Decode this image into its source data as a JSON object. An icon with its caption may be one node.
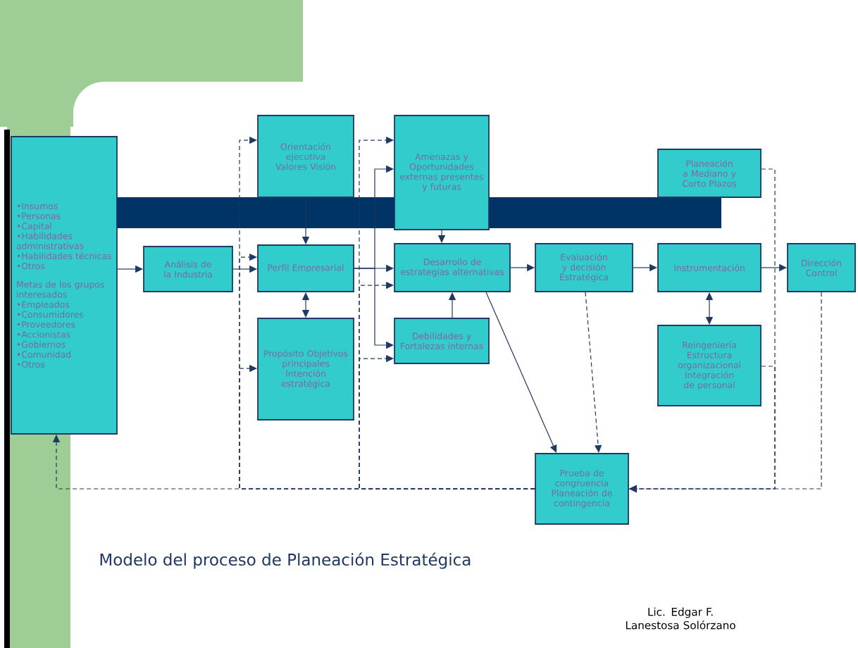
{
  "diagram": {
    "nodes": [
      {
        "text": [
          "•Insumos",
          "•Personas",
          "•Capital",
          "•Habilidades administrativas",
          "•Habilidades técnicas",
          "•Otros",
          "Metas de los grupos interesados",
          "•Empleados",
          "•Consumidores",
          "•Proveedores",
          "•Accionistas",
          "•Gobiernos",
          "•Comunidad",
          "•Otros"
        ]
      },
      {
        "text": [
          "Análisis de la Industria"
        ]
      },
      {
        "text": [
          "Orientación ejecutiva Valores Visión"
        ]
      },
      {
        "text": [
          "Perfil Empresarial"
        ]
      },
      {
        "text": [
          "Propósito Objetivos principales Intención estratégica"
        ]
      },
      {
        "text": [
          "Amenazas y Oportunidades externas presentes y futuras"
        ]
      },
      {
        "text": [
          "Desarrollo de estrategias alternativas"
        ]
      },
      {
        "text": [
          "Debilidades y Fortalezas internas"
        ]
      },
      {
        "text": [
          "Evaluación y decisión Estratégica"
        ]
      },
      {
        "text": [
          "Planeación a Mediano y Corto Plazos"
        ]
      },
      {
        "text": [
          "Instrumentación"
        ]
      },
      {
        "text": [
          "Reingeniería Estructura organizacional Integración de personal"
        ]
      },
      {
        "text": [
          "Dirección Control"
        ]
      },
      {
        "text": [
          "Prueba de congruencia Planeación de contingencia"
        ]
      }
    ],
    "edges": [
      {
        "from": 0,
        "to": 1,
        "arrow": "to"
      },
      {
        "from": 1,
        "to": 3,
        "arrow": "to"
      },
      {
        "from": 2,
        "to": 3,
        "arrow": "to"
      },
      {
        "from": 3,
        "to": 4,
        "arrow": "both"
      },
      {
        "from": 3,
        "to": 5,
        "arrow": "to"
      },
      {
        "from": 3,
        "to": 6,
        "arrow": "to"
      },
      {
        "from": 3,
        "to": 7,
        "arrow": "to"
      },
      {
        "from": 5,
        "to": 6,
        "arrow": "to"
      },
      {
        "from": 7,
        "to": 6,
        "arrow": "to"
      },
      {
        "from": 6,
        "to": 8,
        "arrow": "to"
      },
      {
        "from": 8,
        "to": 10,
        "arrow": "to"
      },
      {
        "from": 10,
        "to": 11,
        "arrow": "both"
      },
      {
        "from": 10,
        "to": 12,
        "arrow": "to"
      },
      {
        "from": 6,
        "to": 13,
        "arrow": "to"
      },
      {
        "from": 8,
        "to": 13,
        "arrow": "to",
        "style": "dashed"
      },
      {
        "from": 9,
        "to": 13,
        "arrow": "to",
        "style": "dashed"
      },
      {
        "from": 11,
        "to": 13,
        "arrow": "to",
        "style": "dashed"
      },
      {
        "from": 12,
        "to": 13,
        "arrow": "to",
        "style": "dashed"
      },
      {
        "from": 13,
        "to": 0,
        "arrow": "to",
        "style": "dashed"
      },
      {
        "from": 13,
        "to": 2,
        "arrow": "to",
        "style": "dashed"
      },
      {
        "from": 13,
        "to": 3,
        "arrow": "to",
        "style": "dashed"
      },
      {
        "from": 13,
        "to": 4,
        "arrow": "to",
        "style": "dashed"
      },
      {
        "from": 13,
        "to": 5,
        "arrow": "to",
        "style": "dashed"
      },
      {
        "from": 13,
        "to": 6,
        "arrow": "to",
        "style": "dashed"
      },
      {
        "from": 13,
        "to": 7,
        "arrow": "to",
        "style": "dashed"
      }
    ],
    "labels": [
      "Modelo del proceso de Planeación Estratégica",
      "Lic. Edgar F. Lanestosa Solórzano"
    ]
  }
}
